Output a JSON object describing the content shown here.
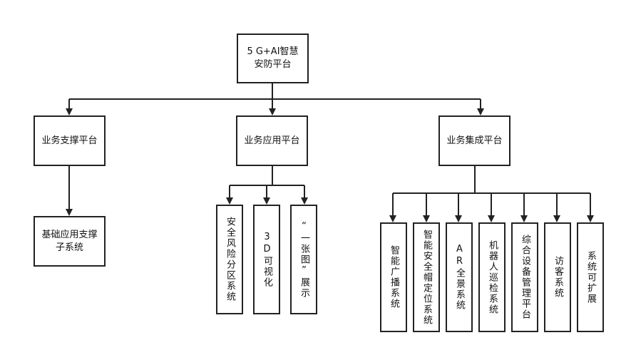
{
  "root": "5 G+AI智慧\n安防平台",
  "level1": {
    "support": "业务支撑平台",
    "application": "业务应用平台",
    "integration": "业务集成平台"
  },
  "support_children": [
    "基础应用支撑\n子系统"
  ],
  "application_children": [
    "安全风险分区系统",
    "3D可视化",
    "“一张图”展示"
  ],
  "integration_children": [
    "智能广播系统",
    "智能安全帽定位系统",
    "AR全景系统",
    "机器人巡检系统",
    "综合设备管理平台",
    "访客系统",
    "系统可扩展"
  ]
}
